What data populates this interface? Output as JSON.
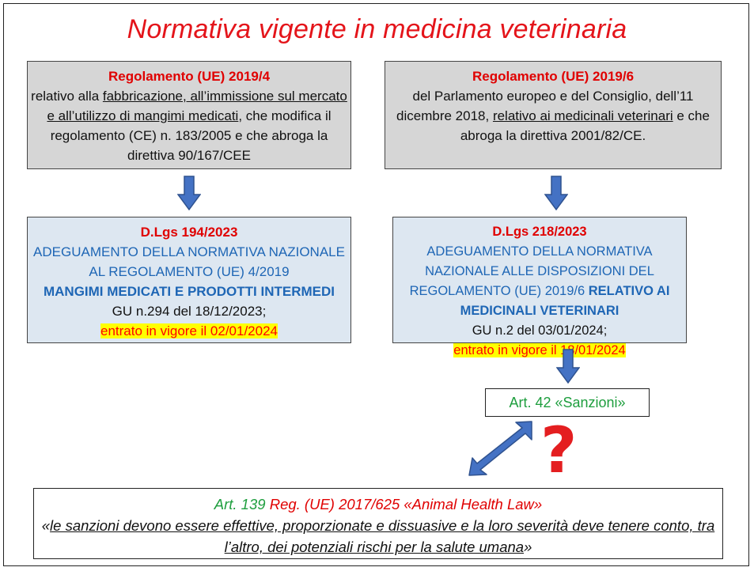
{
  "title": "Normativa vigente in medicina veterinaria",
  "reg4": {
    "heading": "Regolamento (UE) 2019/4",
    "t1": "relativo alla ",
    "t2": "fabbricazione, all’immissione sul mercato e all’utilizzo di mangimi medicati",
    "t3": ", che modifica il regolamento (CE) n. 183/2005 e che abroga la direttiva 90/167/CEE"
  },
  "reg6": {
    "heading": "Regolamento (UE) 2019/6",
    "t1": "del Parlamento europeo e del Consiglio, dell’11 dicembre 2018, ",
    "t2": "relativo ai medicinali veterinari",
    "t3": " e che abroga la direttiva 2001/82/CE."
  },
  "dlgs194": {
    "heading": "D.Lgs 194/2023",
    "body": "ADEGUAMENTO DELLA NORMATIVA NAZIONALE AL REGOLAMENTO (UE) 4/2019",
    "bold": "MANGIMI MEDICATI E PRODOTTI INTERMEDI",
    "gu": "GU n.294 del 18/12/2023;",
    "vigore": "entrato in vigore il 02/01/2024"
  },
  "dlgs218": {
    "heading": "D.Lgs 218/2023",
    "body": "ADEGUAMENTO DELLA NORMATIVA NAZIONALE ALLE DISPOSIZIONI DEL REGOLAMENTO (UE) 2019/6 ",
    "bold": "RELATIVO AI MEDICINALI VETERINARI",
    "gu": "GU n.2 del 03/01/2024;",
    "vigore": "entrato in vigore il 18/01/2024"
  },
  "art42": {
    "label": "Art. 42 «Sanzioni»"
  },
  "question_mark": "?",
  "art139": {
    "art": "Art. 139",
    "reg": " Reg. (UE) 2017/625",
    "name": " «Animal Health Law»",
    "quote_open": "«",
    "quote": "le sanzioni devono essere effettive, proporzionate e dissuasive e la loro severità deve tenere conto, tra l’altro, dei potenziali rischi per la salute umana",
    "quote_close": "»"
  },
  "colors": {
    "title_red": "#e4141a",
    "heading_red": "#e00000",
    "blue_text": "#1e66b5",
    "green": "#1e9e3e",
    "arrow_blue": "#4472c4",
    "highlight": "#ffff00"
  }
}
